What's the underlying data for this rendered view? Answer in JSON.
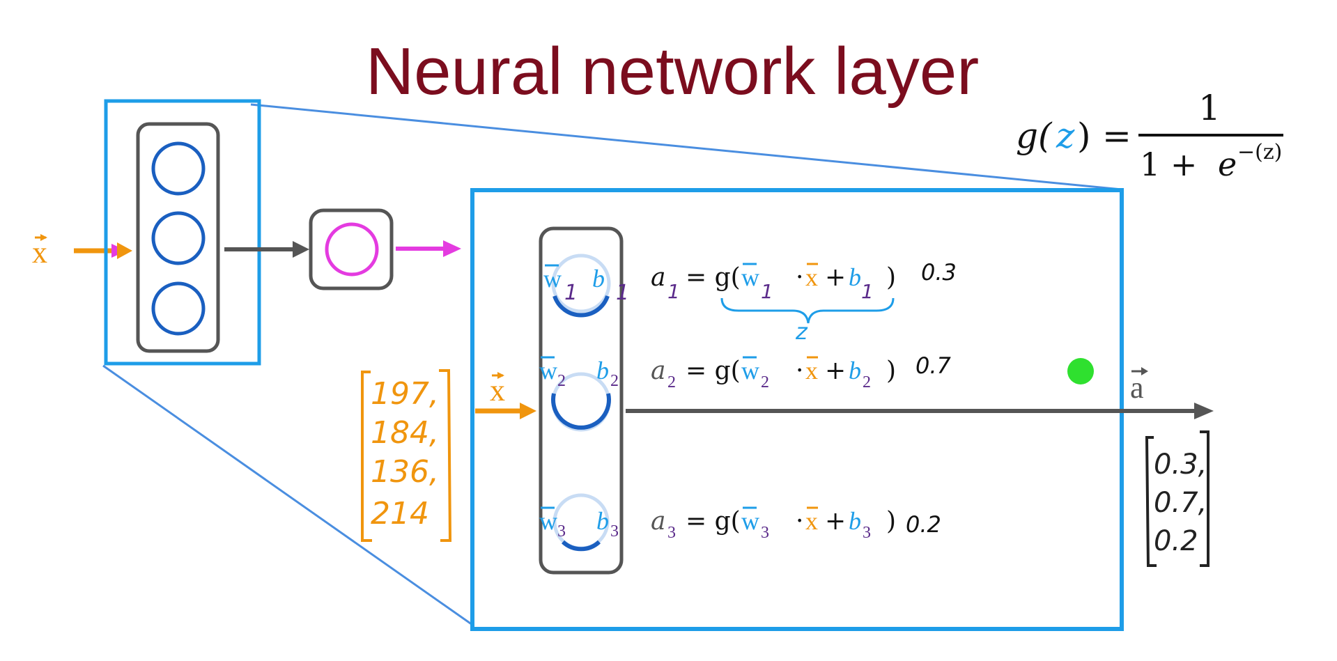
{
  "title": "Neural network layer",
  "colors": {
    "title": "#7b0d1e",
    "blue": "#1e9de8",
    "frame_blue": "#4a8ee0",
    "node_blue": "#1a5fc0",
    "orange": "#f0950e",
    "magenta": "#e43be0",
    "purple": "#5a2a8a",
    "gray": "#555555",
    "green": "#2fe02f",
    "black": "#111111"
  },
  "input_label": "x",
  "output_label": "a",
  "sigmoid": {
    "lhs": "g(",
    "var": "z",
    "lhs_close": ")",
    "equals": "=",
    "numerator": "1",
    "denominator_prefix": "1 + ",
    "e": "e",
    "exponent": "−(z)"
  },
  "units": [
    {
      "w": "w",
      "b": "b",
      "index": "1",
      "a": "a",
      "activation": "0.3"
    },
    {
      "w": "w",
      "b": "b",
      "index": "2",
      "a": "a",
      "activation": "0.7"
    },
    {
      "w": "w",
      "b": "b",
      "index": "3",
      "a": "a",
      "activation": "0.2"
    }
  ],
  "equation_parts": {
    "eq": "= g(",
    "dot": "·",
    "x": "x",
    "plus": "+",
    "close": ")"
  },
  "brace_label": "z",
  "input_vector": [
    "197,",
    "184,",
    "136,",
    "214"
  ],
  "output_vector": [
    "0.3,",
    "0.7,",
    "0.2"
  ]
}
